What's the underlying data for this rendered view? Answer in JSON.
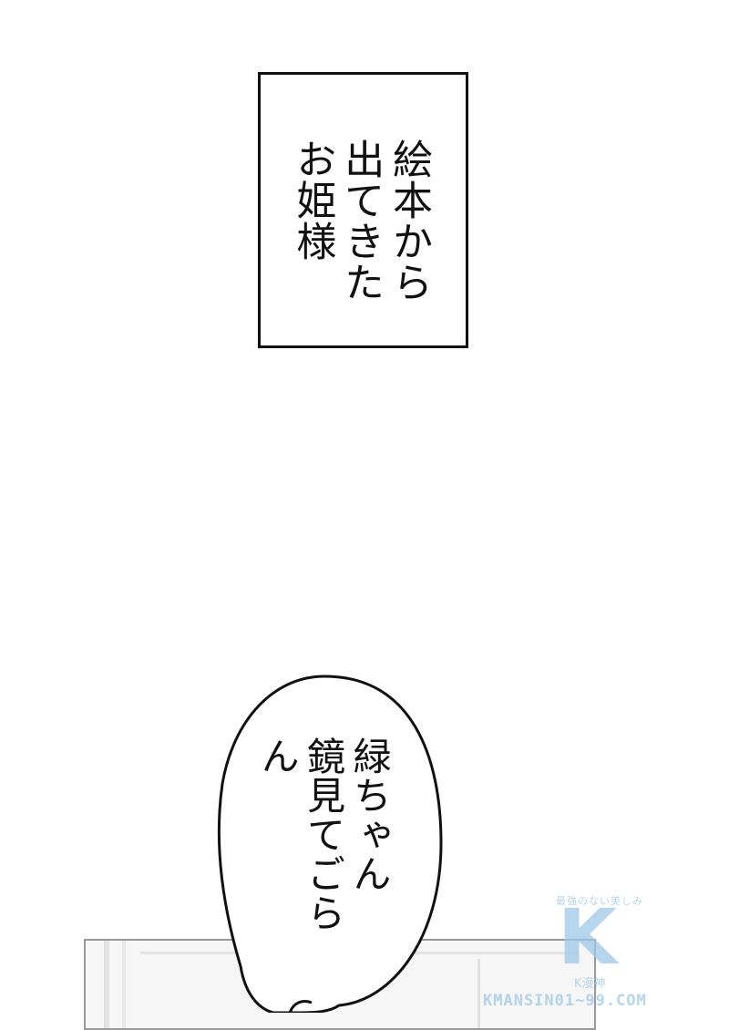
{
  "caption": {
    "text": "絵本から\n出てきた\nお姫様"
  },
  "speech_bubble": {
    "text": "緑ちゃん\n鏡見てごらん"
  },
  "watermark": {
    "tagline": "最強のない美しみ",
    "logo_letter": "K",
    "sub": "K漫神",
    "url": "KMANSIN01~99.COM",
    "color": "#9fc7e6"
  }
}
